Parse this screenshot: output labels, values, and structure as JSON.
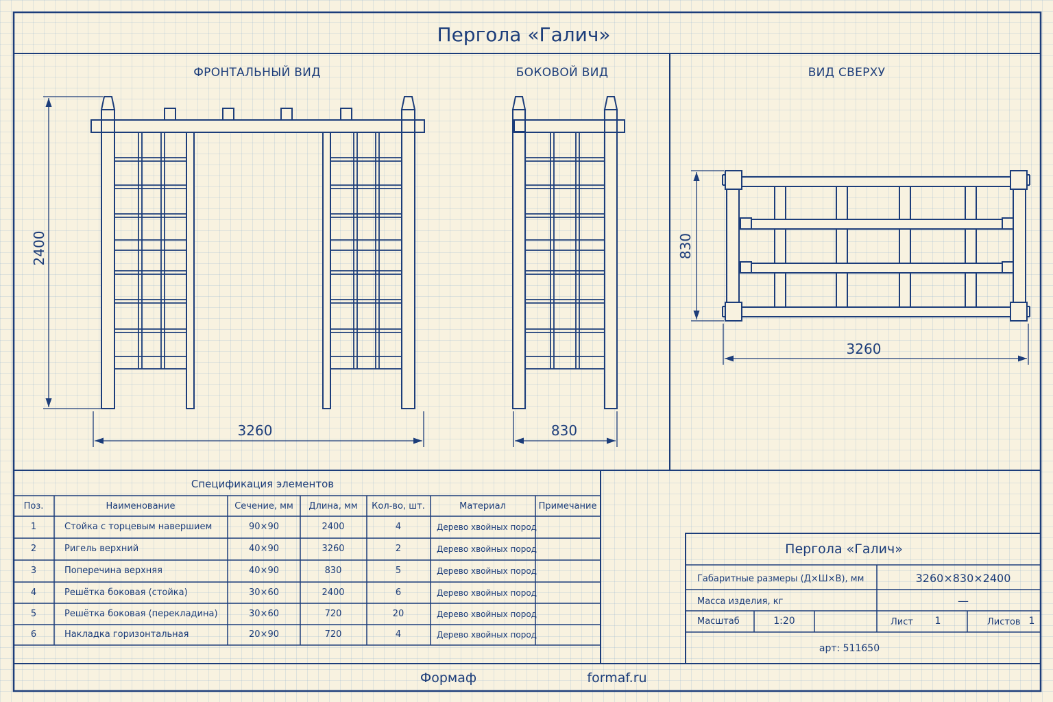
{
  "title": "Пергола «Галич»",
  "views": {
    "front": "ФРОНТАЛЬНЫЙ ВИД",
    "side": "БОКОВОЙ ВИД",
    "top": "ВИД СВЕРХУ"
  },
  "dimensions": {
    "front_height": "2400",
    "front_width": "3260",
    "side_width": "830",
    "top_depth": "830",
    "top_width": "3260"
  },
  "spec": {
    "title": "Спецификация элементов",
    "headers": [
      "Поз.",
      "Наименование",
      "Сечение, мм",
      "Длина, мм",
      "Кол-во, шт.",
      "Материал",
      "Примечание"
    ],
    "rows": [
      [
        "1",
        "Стойка с торцевым навершием",
        "90×90",
        "2400",
        "4",
        "Дерево хвойных пород",
        ""
      ],
      [
        "2",
        "Ригель верхний",
        "40×90",
        "3260",
        "2",
        "Дерево хвойных пород",
        ""
      ],
      [
        "3",
        "Поперечина верхняя",
        "40×90",
        "830",
        "5",
        "Дерево хвойных пород",
        ""
      ],
      [
        "4",
        "Решётка боковая (стойка)",
        "30×60",
        "2400",
        "6",
        "Дерево хвойных пород",
        ""
      ],
      [
        "5",
        "Решётка боковая (перекладина)",
        "30×60",
        "720",
        "20",
        "Дерево хвойных пород",
        ""
      ],
      [
        "6",
        "Накладка горизонтальная",
        "20×90",
        "720",
        "4",
        "Дерево хвойных пород",
        ""
      ]
    ]
  },
  "titleblock": {
    "name": "Пергола «Галич»",
    "size_label": "Габаритные размеры (Д×Ш×В), мм",
    "size_value": "3260×830×2400",
    "mass_label": "Масса изделия, кг",
    "mass_value": "—",
    "scale_label": "Масштаб",
    "scale_value": "1:20",
    "sheet_label": "Лист",
    "sheet_value": "1",
    "sheets_label": "Листов",
    "sheets_value": "1",
    "article": "арт: 511650"
  },
  "footer": {
    "brand": "Формаф",
    "site": "formaf.ru"
  },
  "colors": {
    "ink": "#1c3d7a",
    "paper": "#f8f2e0",
    "grid": "#a9c2df"
  }
}
